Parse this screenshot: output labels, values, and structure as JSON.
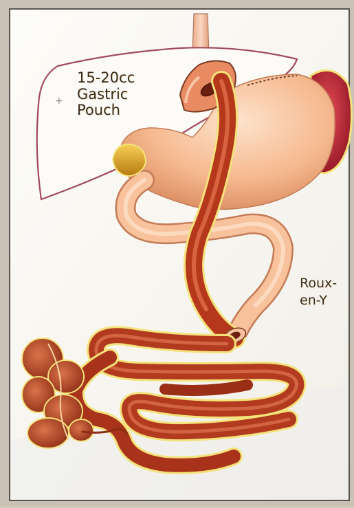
{
  "labels": {
    "gastric_pouch": [
      "15-20cc",
      "Gastric",
      "Pouch"
    ],
    "roux_en_y": [
      "Roux-",
      "en-Y"
    ]
  },
  "colors": {
    "frame": "#c9c1b5",
    "paper": "#f9f7f1",
    "liver_outline": "#a04a5c",
    "stomach": "#f4b48a",
    "bowel": "#b5381c",
    "spleen": "#a51c2a",
    "gallbladder": "#e2a526",
    "halo": "#f4e27a"
  },
  "icons": {
    "pouch_marker": "plus-sign"
  }
}
